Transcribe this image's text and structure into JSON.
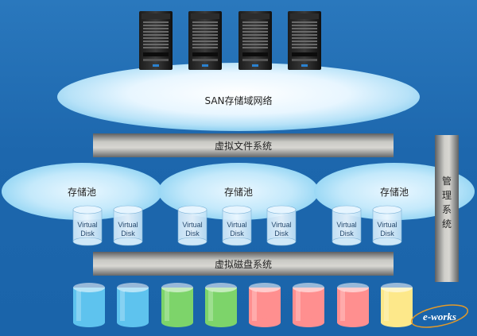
{
  "network": {
    "label": "SAN存储域网络"
  },
  "virtual_fs": {
    "label": "虚拟文件系统"
  },
  "management": {
    "label": "管理系统"
  },
  "pools": [
    {
      "label": "存储池",
      "disks": [
        "Virtual Disk",
        "Virtual Disk"
      ]
    },
    {
      "label": "存储池",
      "disks": [
        "Virtual Disk",
        "Virtual Disk",
        "Virtual Disk"
      ]
    },
    {
      "label": "存储池",
      "disks": [
        "Virtual Disk",
        "Virtual Disk"
      ]
    }
  ],
  "virtual_disk_sys": {
    "label": "虚拟磁盘系统"
  },
  "physical_disks": [
    {
      "color": "#5ec3ee"
    },
    {
      "color": "#5ec3ee"
    },
    {
      "color": "#7dd46a"
    },
    {
      "color": "#7dd46a"
    },
    {
      "color": "#ff8f8f"
    },
    {
      "color": "#ff8f8f"
    },
    {
      "color": "#ff8f8f"
    },
    {
      "color": "#fde88a"
    }
  ],
  "servers_count": 4,
  "watermark": "e-works"
}
